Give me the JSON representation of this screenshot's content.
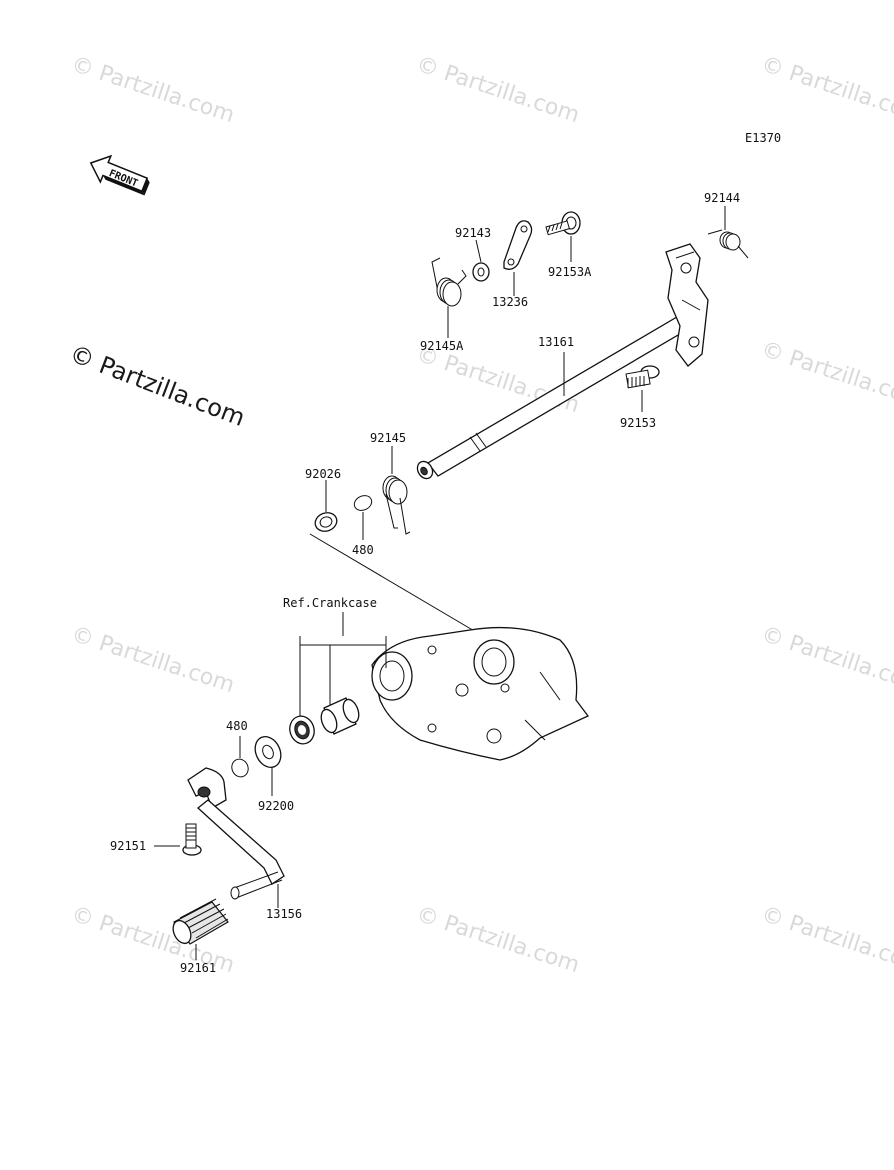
{
  "diagram_code": "E1370",
  "front_label": "FRONT",
  "watermark": "© Partzilla.com",
  "ref_label": "Ref.Crankcase",
  "parts": {
    "p92144": "92144",
    "p92143": "92143",
    "p92153A": "92153A",
    "p13236": "13236",
    "p92145A": "92145A",
    "p13161": "13161",
    "p92153": "92153",
    "p92145": "92145",
    "p92026": "92026",
    "p480_top": "480",
    "p480_bottom": "480",
    "p92200": "92200",
    "p92151": "92151",
    "p13156": "13156",
    "p92161": "92161"
  }
}
